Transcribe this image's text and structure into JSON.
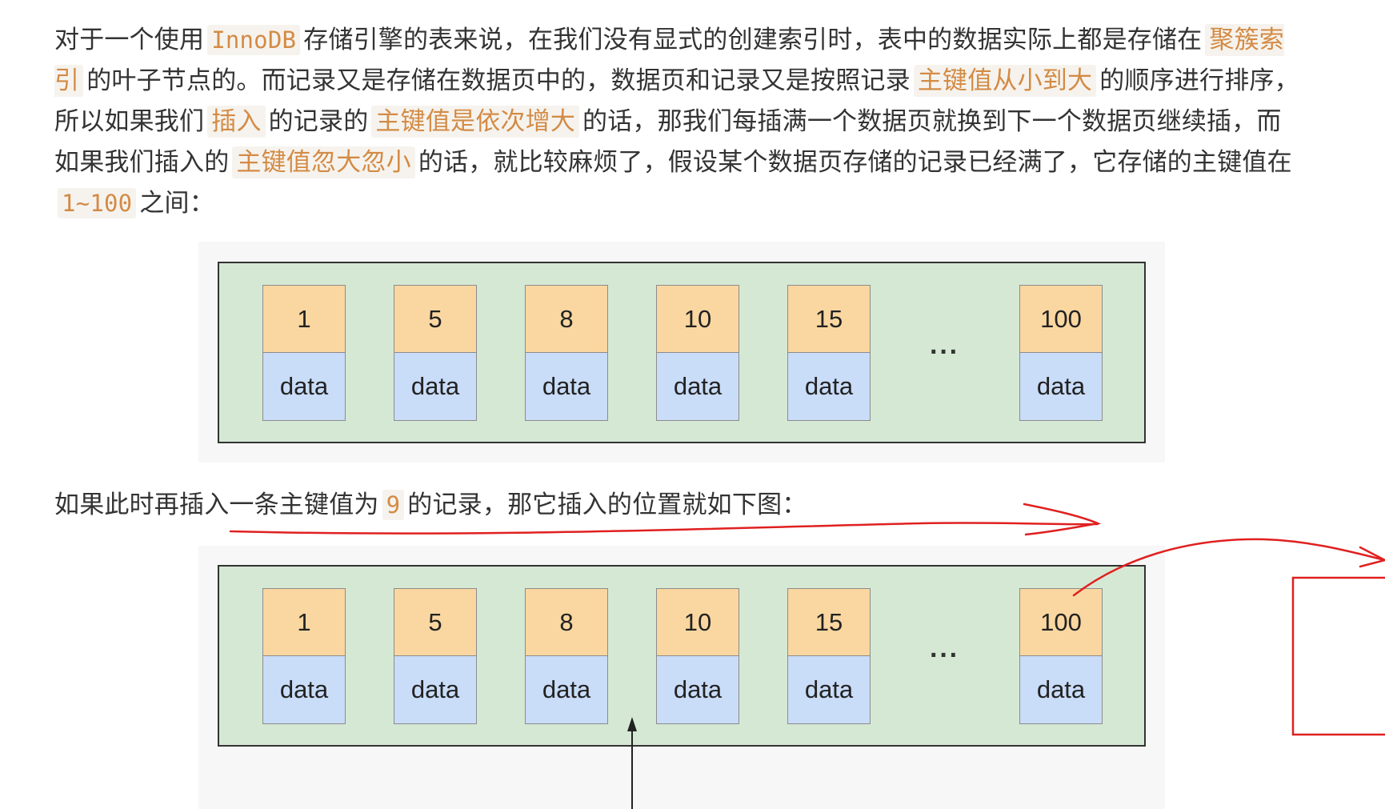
{
  "para1": {
    "t1": "对于一个使用",
    "h1": "InnoDB",
    "t2": "存储引擎的表来说，在我们没有显式的创建索引时，表中的数据实际上都是存储在",
    "h2": "聚簇索引",
    "t3": "的叶子节点的。而记录又是存储在数据页中的，数据页和记录又是按照记录",
    "h3": "主键值从小到大",
    "t4": "的顺序进行排序，所以如果我们",
    "h4": "插入",
    "t5": "的记录的",
    "h5": "主键值是依次增大",
    "t6": "的话，那我们每插满一个数据页就换到下一个数据页继续插，而如果我们插入的",
    "h6": "主键值忽大忽小",
    "t7": "的话，就比较麻烦了，假设某个数据页存储的记录已经满了，它存储的主键值在",
    "h7": "1~100",
    "t8": "之间："
  },
  "para2": {
    "t1": "如果此时再插入一条主键值为",
    "h1": "9",
    "t2": "的记录，那它插入的位置就如下图："
  },
  "figure1": {
    "keys": [
      "1",
      "5",
      "8",
      "10",
      "15",
      "100"
    ],
    "data_label": "data",
    "ellipsis": "···"
  },
  "figure2": {
    "keys": [
      "1",
      "5",
      "8",
      "10",
      "15",
      "100"
    ],
    "data_label": "data",
    "ellipsis": "···"
  },
  "colors": {
    "page_bg": "#d5e8d4",
    "key_bg": "#fad7a0",
    "data_bg": "#c9dcf8",
    "highlight_text": "#d38b45",
    "annotation_red": "#e02020"
  }
}
